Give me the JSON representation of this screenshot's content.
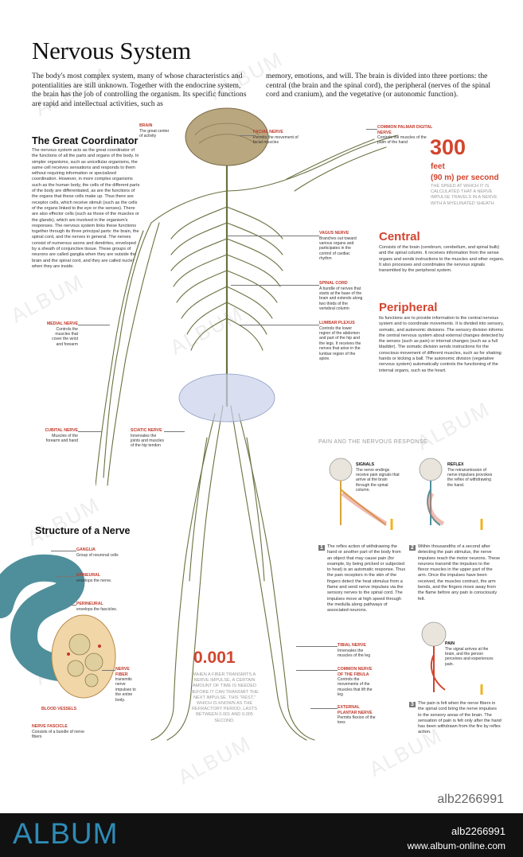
{
  "title": "Nervous System",
  "intro_left": "The body's most complex system, many of whose characteristics and potentialities are still unknown. Together with the endocrine system, the brain has the job of controlling the organism. Its specific functions are rapid and intellectual activities, such as",
  "intro_right": "memory, emotions, and will. The brain is divided into three portions: the central (the brain and the spinal cord), the peripheral (nerves of the spinal cord and cranium), and the vegetative (or autonomic function).",
  "great_coordinator": {
    "heading": "The Great Coordinator",
    "text": "The nervous system acts as the great coordinator of the functions of all the parts and organs of the body. In simpler organisms, such as unicellular organisms, the same cell receives sensations and responds to them without requiring information or specialized coordination. However, in more complex organisms such as the human body, the cells of the different parts of the body are differentiated, as are the functions of the organs that these cells make up. Thus there are receptor cells, which receive stimuli (such as the cells of the organs linked to the eye or the senses). There are also effector cells (such as those of the muscles or the glands), which are involved in the organism's responses. The nervous system links these functions together through its three principal parts: the brain, the spinal cord, and the nerves in general. The nerves consist of numerous axons and dendrites, enveloped by a sheath of conjunctive tissue. These groups of neurons are called ganglia when they are outside the brain and the spinal cord, and they are called nuclei when they are inside."
  },
  "labels": {
    "brain": {
      "name": "BRAIN",
      "desc": "The great center of activity"
    },
    "facial": {
      "name": "FACIAL NERVE",
      "desc": "Permits the movement of facial muscles"
    },
    "palmar": {
      "name": "COMMON PALMAR DIGITAL NERVE",
      "desc": "Controls the muscles of the palm of the hand"
    },
    "vagus": {
      "name": "VAGUS NERVE",
      "desc": "Branches out toward various organs and participates in the control of cardiac rhythm"
    },
    "spinal_cord": {
      "name": "SPINAL CORD",
      "desc": "A bundle of nerves that starts at the base of the brain and extends along two thirds of the vertebral column"
    },
    "lumbar": {
      "name": "LUMBAR PLEXUS",
      "desc": "Controls the lower region of the abdomen and part of the hip and the legs. It receives the nerves that arise in the lumbar region of the spine."
    },
    "medial": {
      "name": "MEDIAL NERVE",
      "desc": "Controls the muscles that cover the wrist and forearm"
    },
    "cubital": {
      "name": "CUBITAL NERVE",
      "desc": "Muscles of the forearm and hand"
    },
    "sciatic": {
      "name": "SCIATIC NERVE",
      "desc": "Innervates the joints and muscles of the hip tendon"
    },
    "tibial": {
      "name": "TIBIAL NERVE",
      "desc": "Innervates the muscles of the leg"
    },
    "fibula": {
      "name": "COMMON NERVE OF THE FIBULA",
      "desc": "Controls the movements of the muscles that lift the leg"
    },
    "plantar": {
      "name": "EXTERNAL PLANTAR NERVE",
      "desc": "Permits flexion of the toes"
    }
  },
  "speed": {
    "number": "300",
    "unit": "feet",
    "sub": "(90 m) per second",
    "note": "THE SPEED AT WHICH IT IS CALCULATED THAT A NERVE IMPULSE TRAVELS IN A NERVE WITH A MYELINATED SHEATH"
  },
  "central": {
    "heading": "Central",
    "text": "Consists of the brain (cerebrum, cerebellum, and spinal bulb) and the spinal column. It receives information from the sense organs and sends instructions to the muscles and other organs. It also processes and coordinates the nervous signals transmitted by the peripheral system."
  },
  "peripheral": {
    "heading": "Peripheral",
    "text": "Its functions are to provide information to the central nervous system and to coordinate movements. It is divided into sensory, somatic, and autonomic divisions. The sensory division informs the central nervous system about external changes detected by the senses (such as pain) or internal changes (such as a full bladder). The somatic division sends instructions for the conscious movement of different muscles, such as for shaking hands or kicking a ball. The autonomic division (vegetative nervous system) automatically controls the functioning of the internal organs, such as the heart."
  },
  "pain": {
    "heading": "PAIN AND THE NERVOUS RESPONSE",
    "signals": {
      "name": "SIGNALS",
      "desc": "The nerve endings receive pain signals that arrive at the brain through the spinal column."
    },
    "reflex": {
      "name": "REFLEX",
      "desc": "The retransmission of nerve impulses provokes the reflex of withdrawing the hand."
    },
    "pain": {
      "name": "PAIN",
      "desc": "The signal arrives at the brain, and the person perceives and experiences pain."
    },
    "step1_num": "1",
    "step1": "The reflex action of withdrawing the hand or another part of the body from an object that may cause pain (for example, by being pricked or subjected to heat) is an automatic response. Thus the pain receptors in the skin of the fingers detect the heat stimulus from a flame and send nerve impulses via the sensory nerves to the spinal cord. The impulses move at high speed through the medulla along pathways of associated neurons.",
    "step2_num": "2",
    "step2": "Within thousandths of a second after detecting the pain stimulus, the nerve impulses reach the motor neurons. These neurons transmit the impulses to the flexor muscles in the upper part of the arm. Once the impulses have been received, the muscles contract, the arm bends, and the fingers move away from the flame before any pain is consciously felt.",
    "step3_num": "3",
    "step3": "The pain is felt when the nerve fibers in the spinal cord bring the nerve impulses to the sensory areas of the brain. The sensation of pain is felt only after the hand has been withdrawn from the fire by reflex action."
  },
  "structure": {
    "heading": "Structure of a Nerve",
    "ganglia": {
      "name": "GANGLIA",
      "desc": "Group of neuronal cells"
    },
    "epineural": {
      "name": "EPINEURAL",
      "desc": "envelops the nerve."
    },
    "perineural": {
      "name": "PERINEURAL",
      "desc": "envelops the fascicles."
    },
    "fiber": {
      "name": "NERVE FIBER",
      "desc": "transmits nerve impulses to the entire body."
    },
    "vessels": {
      "name": "BLOOD VESSELS",
      "desc": ""
    },
    "fascicle": {
      "name": "NERVE FASCICLE",
      "desc": "Consists of a bundle of nerve fibers"
    }
  },
  "refractory": {
    "number": "0.001",
    "note": "WHEN A FIBER TRANSMITS A NERVE IMPULSE, A CERTAIN AMOUNT OF TIME IS NEEDED BEFORE IT CAN TRANSMIT THE NEXT IMPULSE. THIS \"REST,\" WHICH IS KNOWN AS THE REFRACTORY PERIOD, LASTS BETWEEN 0.001 AND 0.005 SECOND."
  },
  "watermark": "ALBUM",
  "stock_id": "alb2266991",
  "footer": {
    "logo": "ALBUM",
    "id": "alb2266991",
    "url": "www.album-online.com"
  },
  "colors": {
    "accent": "#d2452f",
    "nerve": "#6b7140",
    "nerve_blue": "#4f8f9b",
    "footer_logo": "#2e8bb6"
  }
}
